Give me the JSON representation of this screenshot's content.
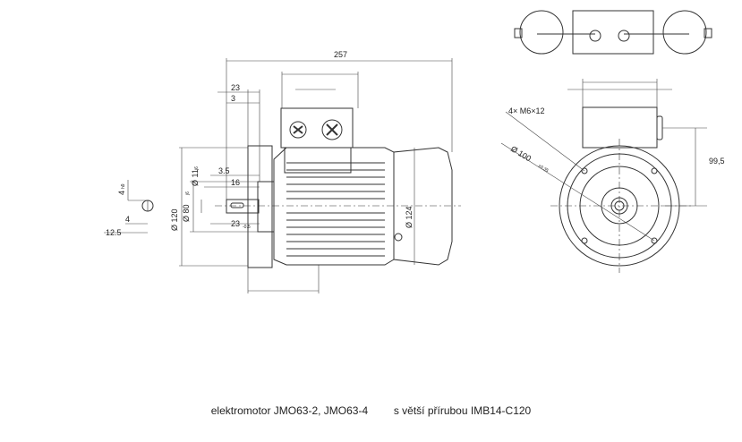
{
  "caption": {
    "left": "elektromotor JMO63-2, JMO63-4",
    "right": "s větší přírubou IMB14-C120"
  },
  "dimensions": {
    "overall_length": "257",
    "d23_top": "23",
    "d3": "3",
    "d3_5": "3.5",
    "d16": "16",
    "d23_low": "23",
    "d23_low_sub": "-0.5",
    "dia120": "Ø 120",
    "dia80": "Ø 80",
    "dia80_tol": "j6",
    "dia11": "Ø 11",
    "dia11_tol": "j6",
    "dia124": "Ø 124",
    "key_h": "4",
    "key_h_tol": "h9",
    "key_w": "4",
    "shaft_12_5": "12.5",
    "bolts": "4× M6×12",
    "pcd": "Ø 100",
    "pcd_tol": "±0.35",
    "height_99_5": "99,5"
  },
  "colors": {
    "line": "#333333",
    "dimline": "#444444"
  }
}
